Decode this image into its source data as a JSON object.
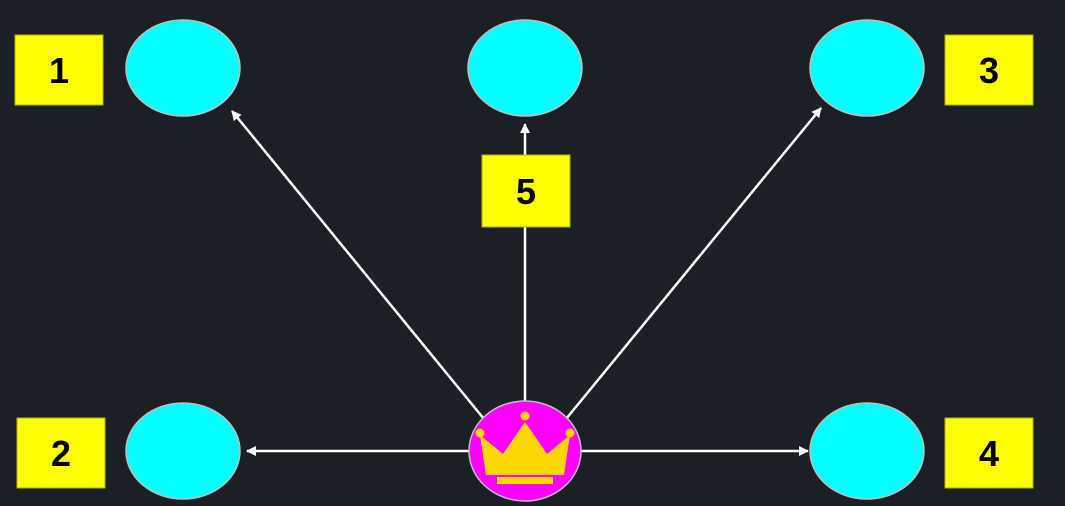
{
  "colors": {
    "background": "#1b1f26",
    "node_fill": "#00ffff",
    "node_stroke": "#bfbfbf",
    "label_fill": "#ffff00",
    "label_stroke": "#b3b300",
    "label_text": "#000000",
    "edge": "#ffffff",
    "center_fill": "#ff00ff",
    "crown_color": "#ffd700"
  },
  "center": {
    "icon": "crown-icon"
  },
  "labels": {
    "top_left": "1",
    "bottom_left": "2",
    "top_right": "3",
    "bottom_right": "4",
    "top_middle": "5"
  },
  "edges": [
    {
      "from": "center",
      "to": "node-top-left"
    },
    {
      "from": "center",
      "to": "node-top-middle"
    },
    {
      "from": "center",
      "to": "node-top-right"
    },
    {
      "from": "center",
      "to": "node-bottom-left"
    },
    {
      "from": "center",
      "to": "node-bottom-right"
    }
  ]
}
